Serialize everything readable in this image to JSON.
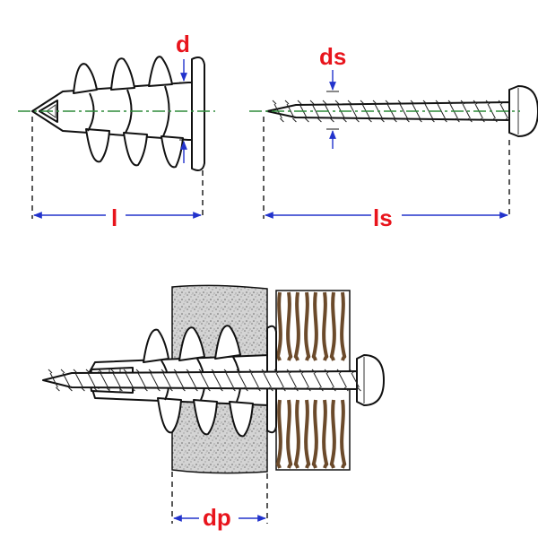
{
  "labels": {
    "d": "d",
    "ds": "ds",
    "l": "l",
    "ls": "ls",
    "dp": "dp"
  },
  "colors": {
    "label": "#e8141c",
    "dimension_arrow": "#2233cc",
    "centerline": "#2e8b3a",
    "outline": "#111111",
    "board": "#c9c9c9",
    "wood": "#6b4a2b",
    "wood_light": "#ffffff"
  },
  "icons": [
    "wall-anchor-drawing",
    "screw-drawing",
    "plasterboard-section",
    "wood-section"
  ]
}
